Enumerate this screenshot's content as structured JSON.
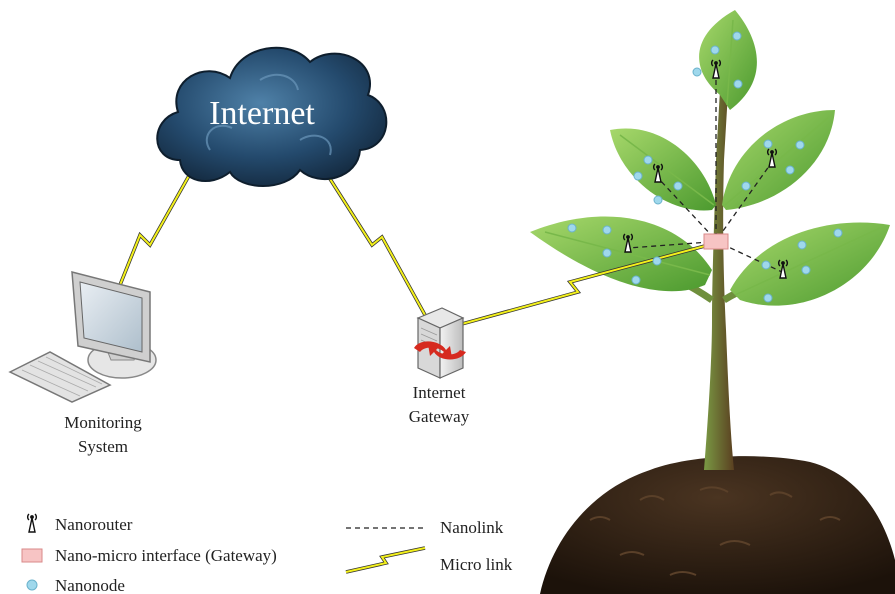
{
  "cloud": {
    "label": "Internet"
  },
  "nodes": {
    "monitoring": {
      "line1": "Monitoring",
      "line2": "System"
    },
    "gateway": {
      "line1": "Internet",
      "line2": "Gateway"
    }
  },
  "legend": {
    "nanorouter": "Nanorouter",
    "interface": "Nano-micro interface (Gateway)",
    "nanonode": "Nanonode",
    "nanolink": "Nanolink",
    "microlink": "Micro link"
  },
  "colors": {
    "cloud_dark": "#1b3550",
    "cloud_mid": "#3f6d93",
    "leaf": "#5aa63a",
    "leaf_light": "#8ccc56",
    "stem": "#5d7d33",
    "soil": "#2b1d12",
    "nanonode": "#9fd8ec",
    "interface": "#f7c4c4",
    "micro_link": "#f3f01b",
    "router_arrow": "#d62a1f"
  }
}
